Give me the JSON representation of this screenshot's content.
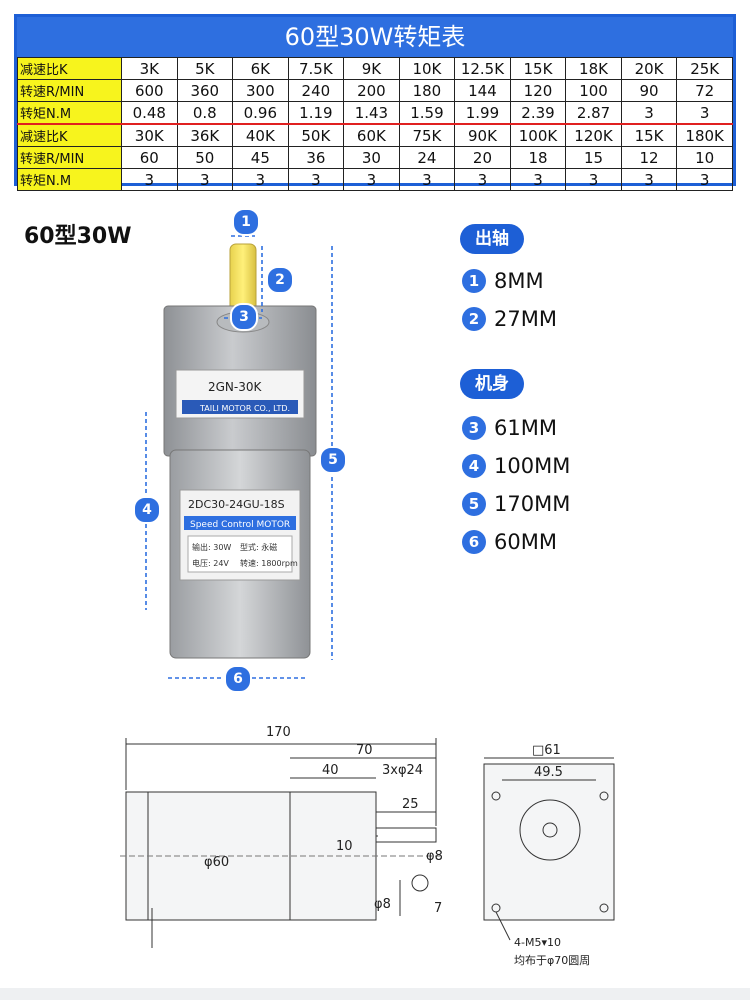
{
  "table": {
    "title": "60型30W转矩表",
    "rows": [
      {
        "label": "减速比K",
        "values": [
          "3K",
          "5K",
          "6K",
          "7.5K",
          "9K",
          "10K",
          "12.5K",
          "15K",
          "18K",
          "20K",
          "25K"
        ]
      },
      {
        "label": "转速R/MIN",
        "values": [
          "600",
          "360",
          "300",
          "240",
          "200",
          "180",
          "144",
          "120",
          "100",
          "90",
          "72"
        ]
      },
      {
        "label": "转矩N.M",
        "values": [
          "0.48",
          "0.8",
          "0.96",
          "1.19",
          "1.43",
          "1.59",
          "1.99",
          "2.39",
          "2.87",
          "3",
          "3"
        ]
      },
      {
        "label": "减速比K",
        "values": [
          "30K",
          "36K",
          "40K",
          "50K",
          "60K",
          "75K",
          "90K",
          "100K",
          "120K",
          "15K",
          "180K"
        ]
      },
      {
        "label": "转速R/MIN",
        "values": [
          "60",
          "50",
          "45",
          "36",
          "30",
          "24",
          "20",
          "18",
          "15",
          "12",
          "10"
        ]
      },
      {
        "label": "转矩N.M",
        "values": [
          "3",
          "3",
          "3",
          "3",
          "3",
          "3",
          "3",
          "3",
          "3",
          "3",
          "3"
        ]
      }
    ]
  },
  "model_title": "60型30W",
  "specs": {
    "shaft_label": "出轴",
    "body_label": "机身",
    "items": [
      {
        "num": "1",
        "value": "8MM"
      },
      {
        "num": "2",
        "value": "27MM"
      },
      {
        "num": "3",
        "value": "61MM"
      },
      {
        "num": "4",
        "value": "100MM"
      },
      {
        "num": "5",
        "value": "170MM"
      },
      {
        "num": "6",
        "value": "60MM"
      }
    ]
  },
  "motor": {
    "gearbox_label": "2GN-30K",
    "gearbox_brand": "TAILI MOTOR CO., LTD.",
    "body_model": "2DC30-24GU-18S",
    "body_band": "Speed Control MOTOR",
    "plate_output": "输出: 30W",
    "plate_type": "型式: 永磁",
    "plate_voltage": "电压: 24V",
    "plate_speed": "转速: 1800rpm",
    "badges": [
      "1",
      "2",
      "3",
      "4",
      "5",
      "6"
    ]
  },
  "drawing": {
    "dim_total": "170",
    "dim_70": "70",
    "dim_40": "40",
    "dim_3x": "3xφ24",
    "dim_25": "25",
    "dim_10": "10",
    "dim_phi60": "φ60",
    "dim_phi8a": "φ8",
    "dim_phi8b": "φ8",
    "dim_7": "7",
    "dim_square": "□61",
    "dim_495": "49.5",
    "hole_note": "4-M5▾10",
    "hole_note2": "均布于φ70圆周"
  },
  "colors": {
    "accent": "#2e6fe0",
    "header_yellow": "#f7f41d",
    "red_line": "#e02020"
  }
}
